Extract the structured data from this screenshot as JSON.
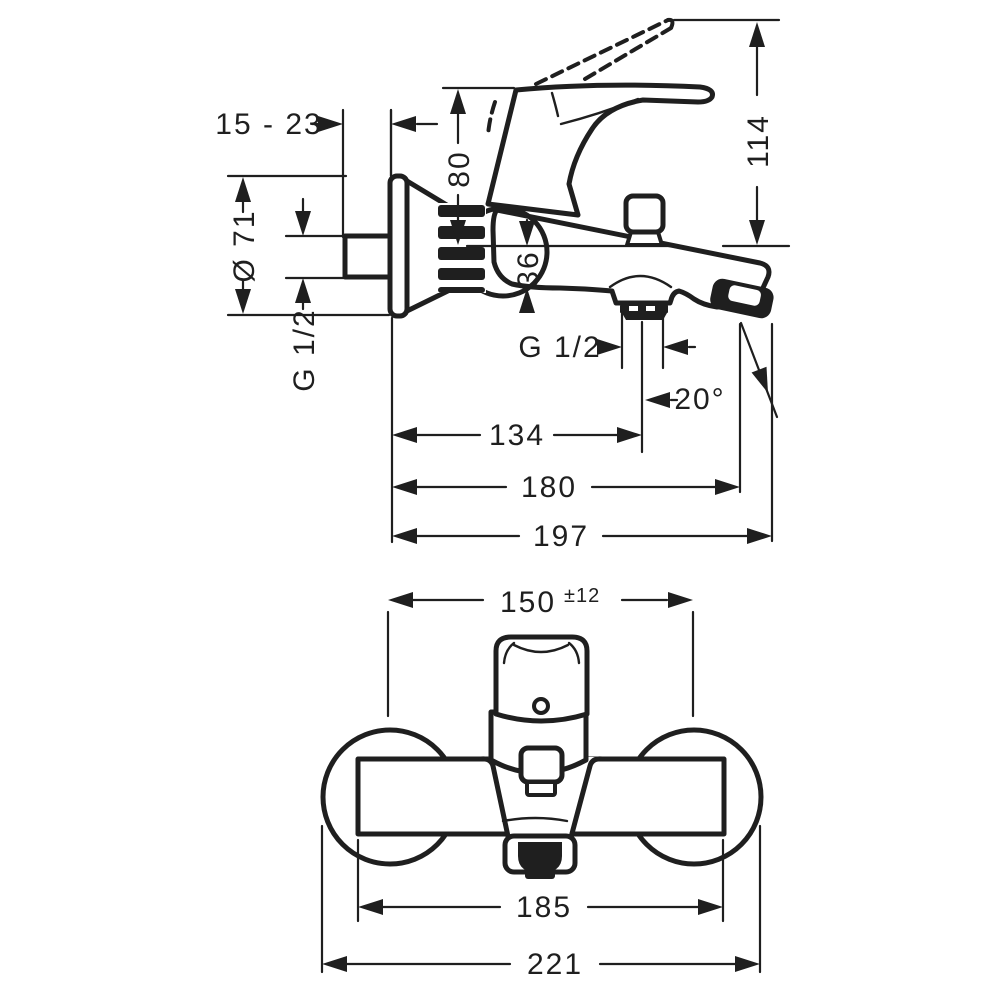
{
  "page": {
    "background_color": "#ffffff",
    "line_color": "#1f1f1f",
    "description": "Technical dimensional drawing of a wall-mounted single-lever bath mixer tap, side view above and front view below"
  },
  "side_view": {
    "dims": {
      "wall_depth_range": "15 - 23",
      "escutcheon_diameter": "Ø 71",
      "wall_connection_thread": "G 1/2",
      "height_above_axis": "80",
      "spout_drop": "36",
      "handle_top_height": "114",
      "shower_outlet_thread": "G 1/2",
      "spout_angle": "20°",
      "outlet_offset": "134",
      "aerator_offset": "180",
      "total_projection": "197"
    }
  },
  "front_view": {
    "dims": {
      "connection_centers": "150",
      "connection_tolerance": "±12",
      "body_width": "185",
      "overall_width": "221"
    }
  }
}
